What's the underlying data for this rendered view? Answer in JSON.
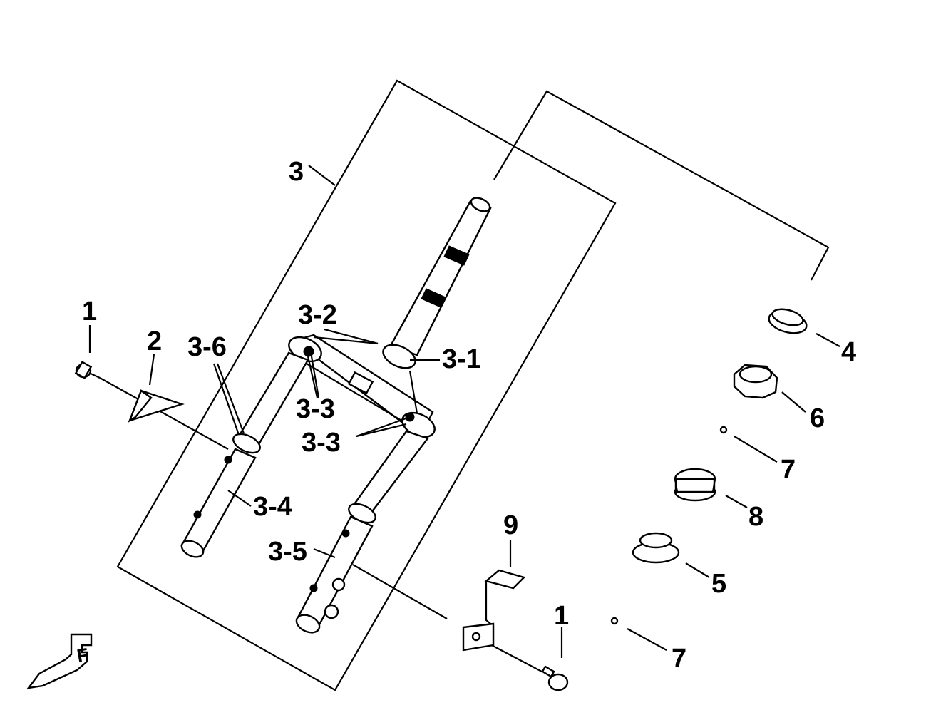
{
  "callouts": {
    "c1a": "1",
    "c2": "2",
    "c3": "3",
    "c3_1": "3-1",
    "c3_2": "3-2",
    "c3_3a": "3-3",
    "c3_3b": "3-3",
    "c3_4": "3-4",
    "c3_5": "3-5",
    "c3_6": "3-6",
    "c4": "4",
    "c6": "6",
    "c7a": "7",
    "c8": "8",
    "c5": "5",
    "c9": "9",
    "c1b": "1",
    "c7b": "7"
  },
  "orientation_mark": {
    "letter": "F"
  }
}
